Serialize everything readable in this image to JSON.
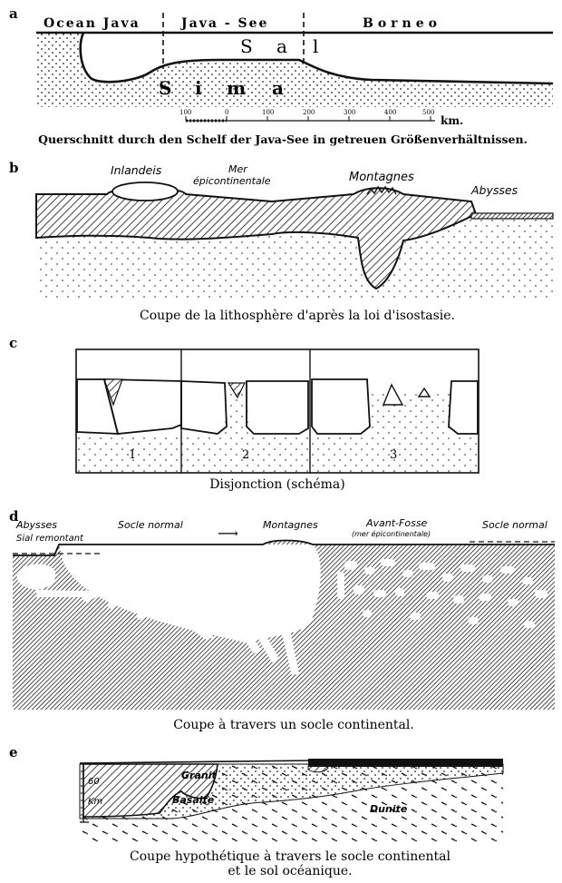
{
  "panels": {
    "a": {
      "letter": "a",
      "regions": [
        "Ocean Java",
        "Java - See",
        "Borneo"
      ],
      "sal": [
        "S",
        "a",
        "l"
      ],
      "sima": [
        "S",
        "i",
        "m",
        "a"
      ],
      "scale_ticks": [
        "100",
        "0",
        "100",
        "200",
        "300",
        "400",
        "500"
      ],
      "scale_unit": "km.",
      "caption": "Querschnitt durch den Schelf der Java-See in getreuen Größenverhältnissen."
    },
    "b": {
      "letter": "b",
      "labels": {
        "inlandeis": "Inlandeis",
        "mer_line1": "Mer",
        "mer_line2": "épicontinentale",
        "montagnes": "Montagnes",
        "abysses": "Abysses"
      },
      "caption": "Coupe de la lithosphère d'après la loi d'isostasie."
    },
    "c": {
      "letter": "c",
      "numbers": [
        "1",
        "2",
        "3"
      ],
      "caption": "Disjonction (schéma)"
    },
    "d": {
      "letter": "d",
      "labels": {
        "abysses": "Abysses",
        "sial": "Sial remontant",
        "socle1": "Socle normal",
        "montagnes": "Montagnes",
        "avant_fosse": "Avant-Fosse",
        "mer_epi": "(mer épicontinentale)",
        "socle2": "Socle normal"
      },
      "arrow": "⟶",
      "caption": "Coupe à travers un socle continental."
    },
    "e": {
      "letter": "e",
      "labels": {
        "sixty": "60",
        "km": "Km",
        "granit": "Granit",
        "basalte": "Basalte",
        "dunite": "Dunite"
      },
      "caption_line1": "Coupe hypothétique à travers le socle continental",
      "caption_line2": "et le sol océanique."
    }
  }
}
